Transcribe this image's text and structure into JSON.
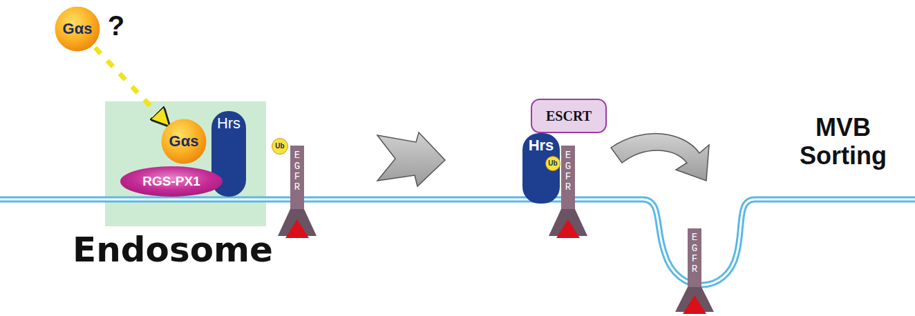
{
  "diagram": {
    "nodes": [
      {
        "text": [
          "Gαs"
        ]
      },
      {
        "text": [
          "Gαs"
        ]
      },
      {
        "text": [
          "Hrs"
        ]
      },
      {
        "text": [
          "RGS-PX1"
        ]
      },
      {
        "text": [
          "Ub"
        ]
      },
      {
        "text": [
          "EGFR"
        ]
      },
      {
        "text": [
          "ESCRT"
        ]
      },
      {
        "text": [
          "Hrs"
        ]
      },
      {
        "text": [
          "Ub"
        ]
      },
      {
        "text": [
          "EGFR"
        ]
      },
      {
        "text": [
          "EGFR"
        ]
      }
    ],
    "edges": [
      {
        "from": 0,
        "to": 1,
        "arrow": "to"
      }
    ],
    "labels": [
      "?",
      "Endosome",
      "MVB Sorting"
    ]
  }
}
